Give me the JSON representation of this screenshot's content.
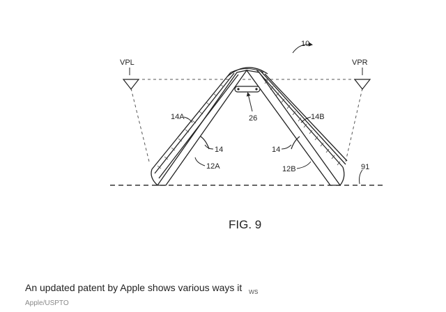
{
  "figure": {
    "ref_numeral": "10",
    "title": "FIG. 9",
    "labels": {
      "vpl": "VPL",
      "vpr": "VPR",
      "left_display": "14A",
      "right_display": "14B",
      "hinge": "26",
      "left_display_lower": "14",
      "right_display_lower": "14",
      "left_housing": "12A",
      "right_housing": "12B",
      "surface": "91"
    },
    "overlay_badge": "ws"
  },
  "caption": {
    "text": "An updated patent by Apple shows various ways it",
    "credit": "Apple/USPTO"
  }
}
